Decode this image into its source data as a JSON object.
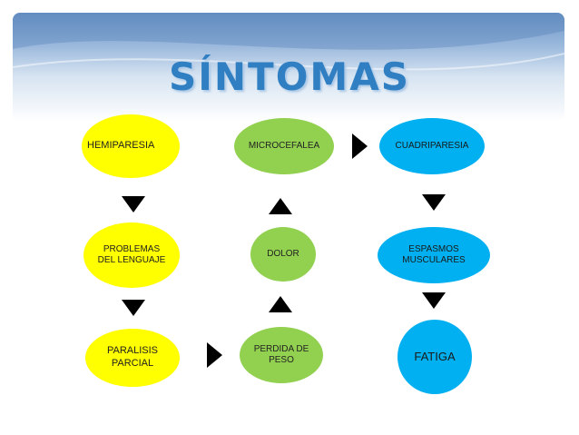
{
  "title": "SÍNTOMAS",
  "colors": {
    "yellow": "#ffff00",
    "green": "#92d050",
    "blue": "#00b0f0",
    "title": "#2f7fc2"
  },
  "nodes": {
    "hemiparesia": "HEMIPARESIA",
    "problemas_lenguaje": "PROBLEMAS\nDEL LENGUAJE",
    "paralisis_parcial": "PARALISIS\nPARCIAL",
    "microcefalea": "MICROCEFALEA",
    "dolor": "DOLOR",
    "perdida_de_peso": "PERDIDA DE\nPESO",
    "cuadriparesia": "CUADRIPARESIA",
    "espasmos_musculares": "ESPASMOS\nMUSCULARES",
    "fatiga": "FATIGA"
  }
}
